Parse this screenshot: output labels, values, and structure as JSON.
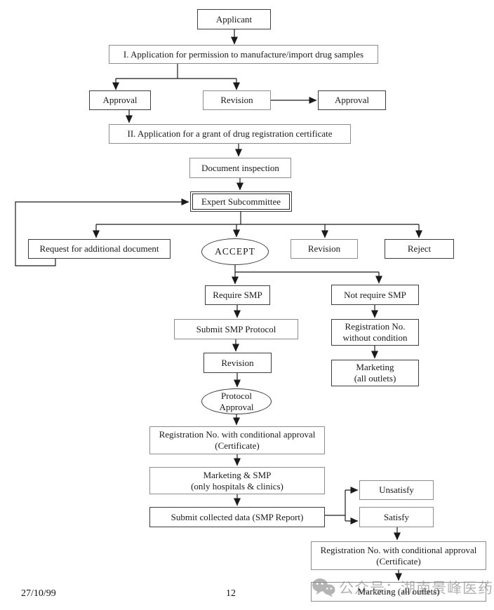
{
  "flowchart": {
    "nodes": {
      "applicant": "Applicant",
      "step1": "I. Application for permission to manufacture/import drug samples",
      "approval_left": "Approval",
      "revision_top": "Revision",
      "approval_right": "Approval",
      "step2": "II. Application for a grant of drug registration certificate",
      "document_inspection": "Document inspection",
      "expert_subcommittee": "Expert Subcommittee",
      "request_additional": "Request for additional document",
      "accept": "ACCEPT",
      "revision_mid": "Revision",
      "reject": "Reject",
      "require_smp": "Require SMP",
      "not_require_smp": "Not require SMP",
      "submit_smp_protocol": "Submit SMP Protocol",
      "registration_no_without_condition": "Registration No.\nwithout condition",
      "revision_smp": "Revision",
      "marketing_all_outlets_right": "Marketing\n(all outlets)",
      "protocol_approval": "Protocol\nApproval",
      "registration_conditional_1": "Registration No. with conditional approval\n(Certificate)",
      "marketing_smp": "Marketing & SMP\n(only hospitals & clinics)",
      "submit_collected_data": "Submit collected data (SMP Report)",
      "unsatisfy": "Unsatisfy",
      "satisfy": "Satisfy",
      "registration_conditional_2": "Registration No. with conditional approval\n(Certificate)",
      "marketing_all_outlets_bottom": "Marketing (all outlets)"
    },
    "line_color": "#1a1a1a",
    "box_border_dark": "#3d3d3d",
    "box_border_gray": "#8c8c8c",
    "background": "#ffffff"
  },
  "watermark": {
    "icon": "wechat-icon",
    "text": "公众号：湖南景峰医药",
    "color": "#b4b4b4"
  },
  "footer": {
    "date": "27/10/99",
    "page_number": "12"
  }
}
